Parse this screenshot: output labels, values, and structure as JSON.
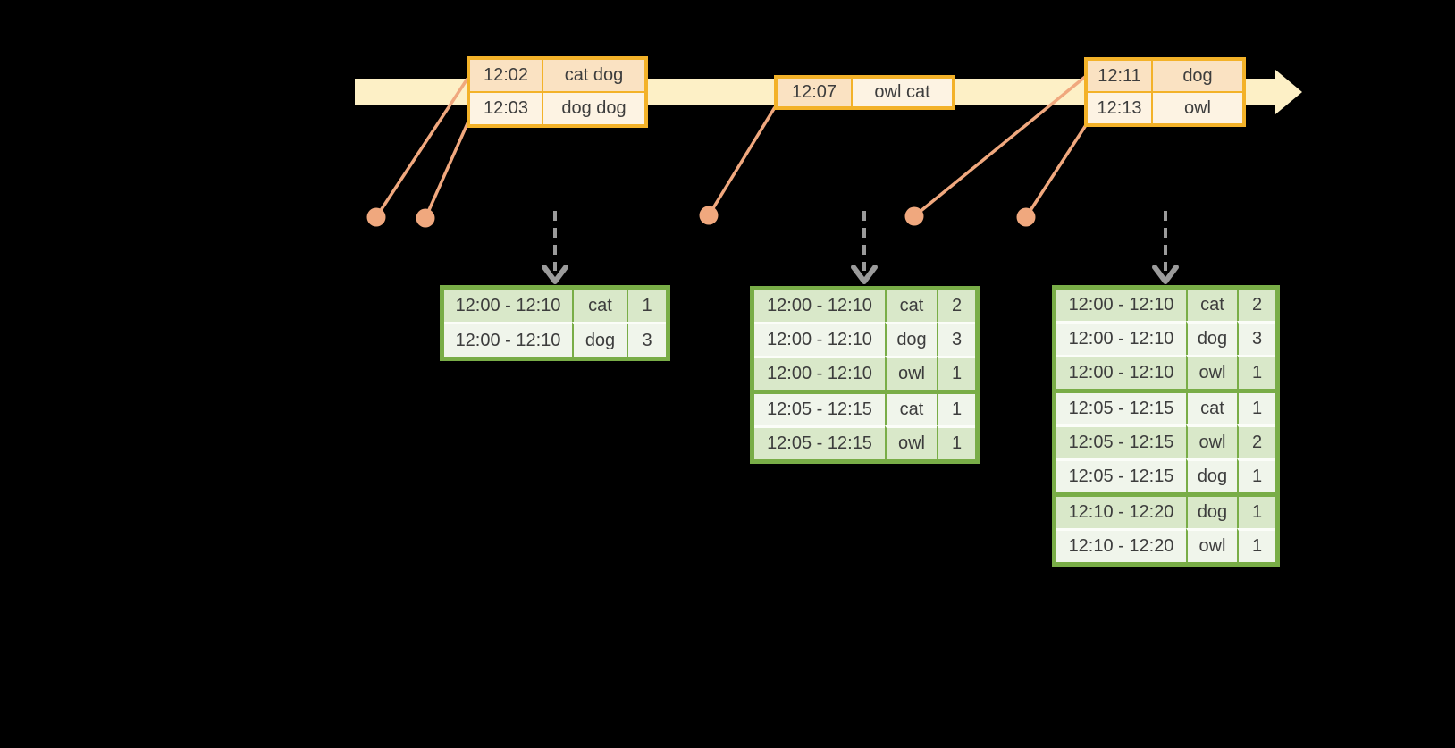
{
  "colors": {
    "background": "#000000",
    "timeline_band": "#fdf0c6",
    "event_table_border": "#f3b229",
    "event_row_peach": "#fae2c2",
    "event_row_cream": "#fdf3e3",
    "connector": "#f0a87e",
    "trigger_arrow": "#9b9b9b",
    "result_table_border": "#79ad47",
    "result_row_dark": "#d9e8c9",
    "result_row_light": "#f0f5eb",
    "cell_text": "#3d3d3d"
  },
  "timeline": {
    "event_tables": [
      {
        "name": "event-table-12-02",
        "rows": [
          {
            "time": "12:02",
            "words": "cat dog"
          },
          {
            "time": "12:03",
            "words": "dog dog"
          }
        ]
      },
      {
        "name": "event-table-12-07",
        "rows": [
          {
            "time": "12:07",
            "words": "owl cat"
          }
        ]
      },
      {
        "name": "event-table-12-11",
        "rows": [
          {
            "time": "12:11",
            "words": "dog"
          },
          {
            "time": "12:13",
            "words": "owl"
          }
        ]
      }
    ]
  },
  "result_tables": [
    {
      "name": "result-table-1",
      "rows": [
        {
          "window": "12:00 - 12:10",
          "word": "cat",
          "count": "1",
          "group_start": false
        },
        {
          "window": "12:00 - 12:10",
          "word": "dog",
          "count": "3",
          "group_start": false
        }
      ]
    },
    {
      "name": "result-table-2",
      "rows": [
        {
          "window": "12:00 - 12:10",
          "word": "cat",
          "count": "2",
          "group_start": false
        },
        {
          "window": "12:00 - 12:10",
          "word": "dog",
          "count": "3",
          "group_start": false
        },
        {
          "window": "12:00 - 12:10",
          "word": "owl",
          "count": "1",
          "group_start": false
        },
        {
          "window": "12:05 - 12:15",
          "word": "cat",
          "count": "1",
          "group_start": true
        },
        {
          "window": "12:05 - 12:15",
          "word": "owl",
          "count": "1",
          "group_start": false
        }
      ]
    },
    {
      "name": "result-table-3",
      "rows": [
        {
          "window": "12:00 - 12:10",
          "word": "cat",
          "count": "2",
          "group_start": false
        },
        {
          "window": "12:00 - 12:10",
          "word": "dog",
          "count": "3",
          "group_start": false
        },
        {
          "window": "12:00 - 12:10",
          "word": "owl",
          "count": "1",
          "group_start": false
        },
        {
          "window": "12:05 - 12:15",
          "word": "cat",
          "count": "1",
          "group_start": true
        },
        {
          "window": "12:05 - 12:15",
          "word": "owl",
          "count": "2",
          "group_start": false
        },
        {
          "window": "12:05 - 12:15",
          "word": "dog",
          "count": "1",
          "group_start": false
        },
        {
          "window": "12:10 - 12:20",
          "word": "dog",
          "count": "1",
          "group_start": true
        },
        {
          "window": "12:10 - 12:20",
          "word": "owl",
          "count": "1",
          "group_start": false
        }
      ]
    }
  ]
}
